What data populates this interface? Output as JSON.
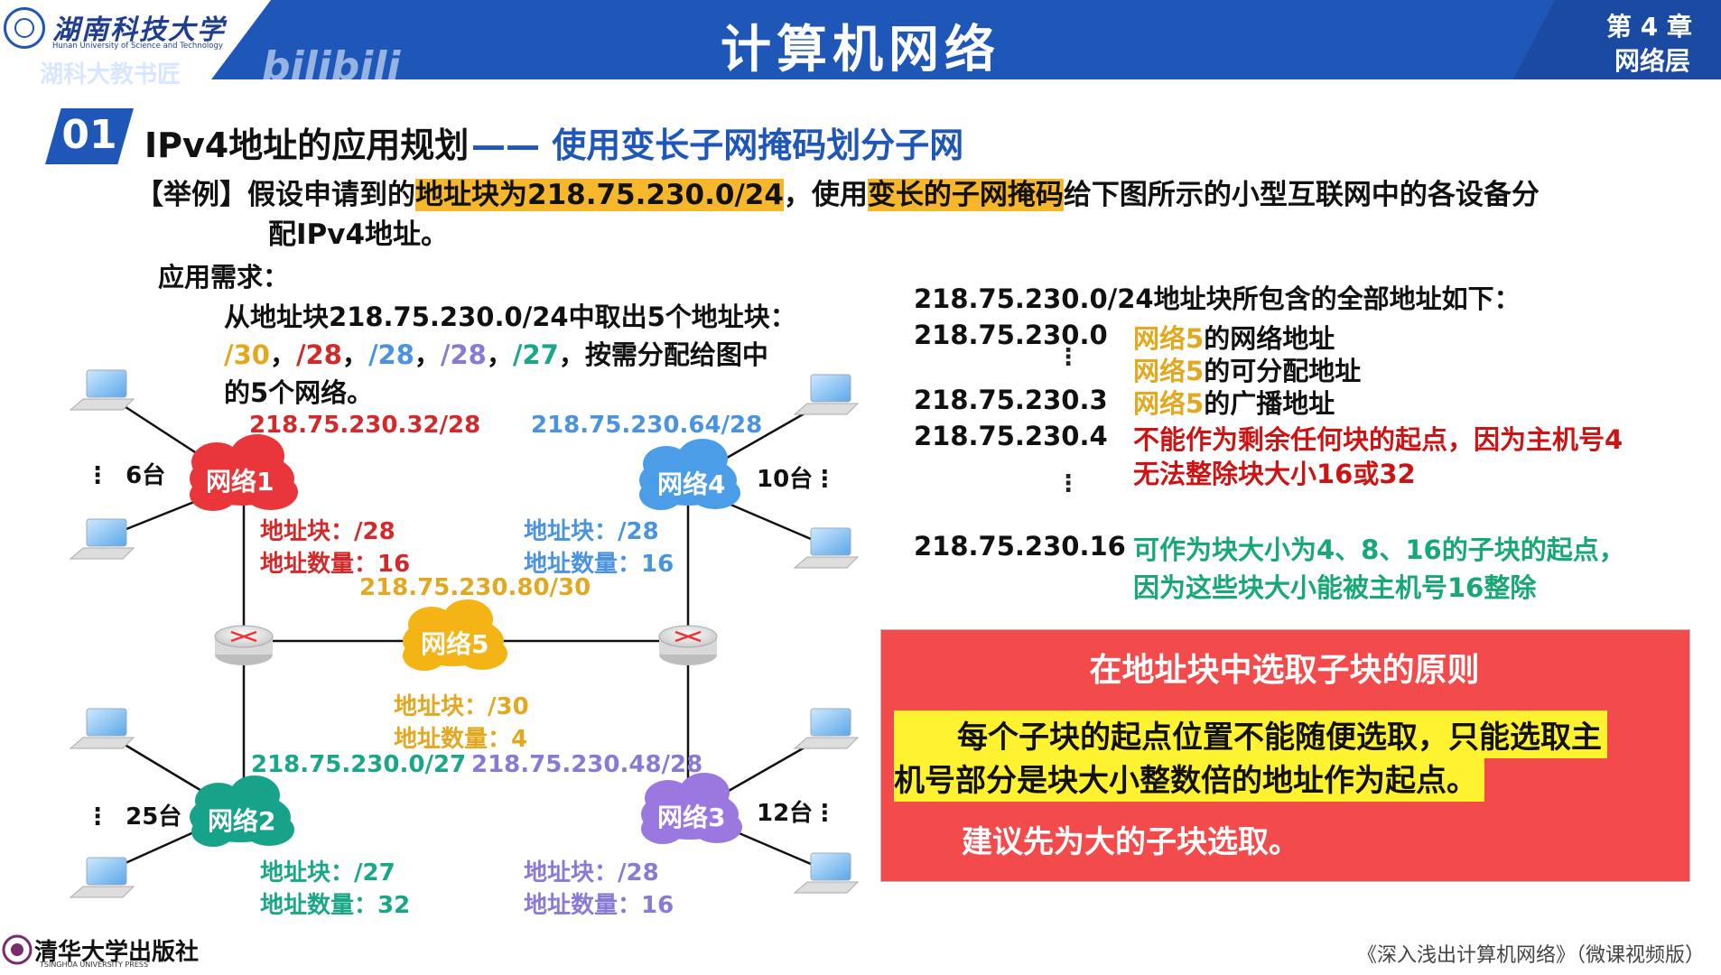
{
  "header": {
    "university_cn": "湖南科技大学",
    "university_en": "Hunan University of Science and Technology",
    "lab_text": "湖科大教书匠",
    "watermark": "bilibili",
    "title": "计算机网络",
    "chapter": "第 4 章",
    "chapter_title": "网络层"
  },
  "section": {
    "number": "01",
    "title": "IPv4地址的应用规划",
    "subtitle": "—— 使用变长子网掩码划分子网"
  },
  "intro": {
    "prefix": "【举例】假设申请到的",
    "highlight1": "地址块为218.75.230.0/24",
    "middle": "，使用",
    "highlight2": "变长的子网掩码",
    "suffix": "给下图所示的小型互联网中的各设备分",
    "line2": "配IPv4地址。"
  },
  "requirements": {
    "title": "应用需求：",
    "line1": "从地址块218.75.230.0/24中取出5个地址块：",
    "masks": [
      "/30",
      "/28",
      "/28",
      "/28",
      "/27"
    ],
    "sep": "，",
    "line2_suffix": "按需分配给图中",
    "line3": "的5个网络。"
  },
  "diagram": {
    "networks": [
      {
        "name": "网络1",
        "prefix": "218.75.230.32/28",
        "block_label": "地址块：/28",
        "count_label": "地址数量：16",
        "hosts": "6台",
        "color": "#e8363a"
      },
      {
        "name": "网络2",
        "prefix": "218.75.230.0/27",
        "block_label": "地址块：/27",
        "count_label": "地址数量：32",
        "hosts": "25台",
        "color": "#17a38a"
      },
      {
        "name": "网络3",
        "prefix": "218.75.230.48/28",
        "block_label": "地址块：/28",
        "count_label": "地址数量：16",
        "hosts": "12台",
        "color": "#9a78e0"
      },
      {
        "name": "网络4",
        "prefix": "218.75.230.64/28",
        "block_label": "地址块：/28",
        "count_label": "地址数量：16",
        "hosts": "10台",
        "color": "#4a9de6"
      },
      {
        "name": "网络5",
        "prefix": "218.75.230.80/30",
        "block_label": "地址块：/30",
        "count_label": "地址数量：4",
        "color": "#f5b415"
      }
    ]
  },
  "address_list": {
    "title": "218.75.230.0/24地址块所包含的全部地址如下：",
    "rows": [
      {
        "addr": "218.75.230.0",
        "note_hl": "网络5",
        "note": "的网络地址"
      },
      {
        "note_hl": "网络5",
        "note": "的可分配地址"
      },
      {
        "addr": "218.75.230.3",
        "note_hl": "网络5",
        "note": "的广播地址"
      },
      {
        "addr": "218.75.230.4",
        "note": "不能作为剩余任何块的起点，因为主机号4",
        "note2": "无法整除块大小16或32"
      },
      {
        "addr": "218.75.230.16",
        "note": "可作为块大小为4、8、16的子块的起点，",
        "note2": "因为这些块大小能被主机号16整除"
      }
    ],
    "vdots": "⋮"
  },
  "principle": {
    "title": "在地址块中选取子块的原则",
    "line1": "每个子块的起点位置不能随便选取，只能选取主",
    "line2": "机号部分是块大小整数倍的地址作为起点。",
    "line3": "建议先为大的子块选取。"
  },
  "footer": {
    "publisher": "清华大学出版社",
    "publisher_en": "TSINGHUA UNIVERSITY PRESS",
    "book": "《深入浅出计算机网络》（微课视频版）"
  }
}
